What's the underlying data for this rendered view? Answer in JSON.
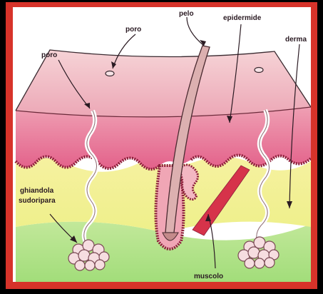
{
  "labels": {
    "pelo": "pelo",
    "epidermide": "epidermide",
    "poro_top": "poro",
    "poro_left": "poro",
    "derma": "derma",
    "ghiandola_line1": "ghiandola",
    "ghiandola_line2": "sudoripara",
    "muscolo": "muscolo"
  },
  "colors": {
    "frame": "#d7332a",
    "background": "#ffffff",
    "epidermis_top": "#f3c2c8",
    "epidermis_band": "#e87a98",
    "dermis": "#f1ef7a",
    "hypodermis": "#a9e07e",
    "papilla_border": "#8c1f3a",
    "hair": "#d6a8a8",
    "muscle": "#d6334a",
    "gland": "#f2d7d9"
  }
}
